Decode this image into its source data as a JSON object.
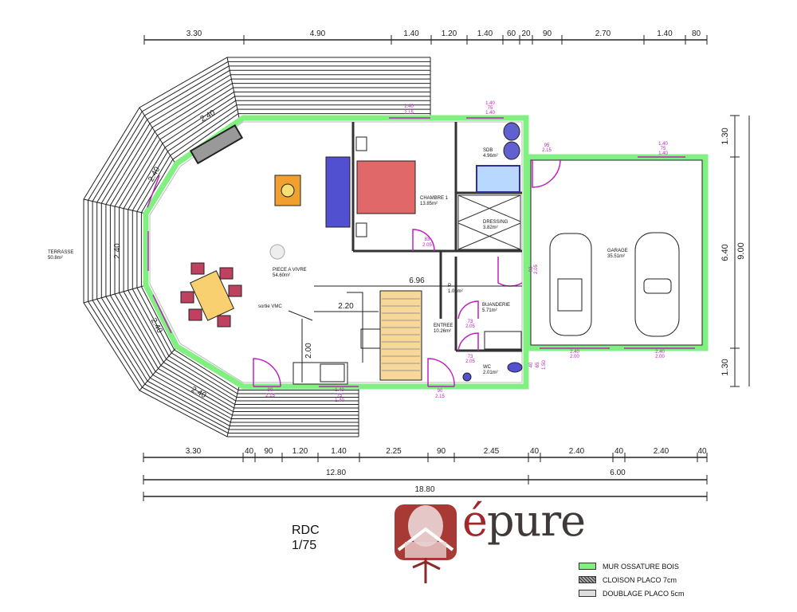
{
  "plan": {
    "top_dims": [
      "3.30",
      "4.90",
      "1.40",
      "1.20",
      "1.40",
      "60",
      "20",
      "90",
      "2.70",
      "1.40",
      "80"
    ],
    "bottom_dims": [
      "3.30",
      "40",
      "90",
      "1.20",
      "1.40",
      "2.25",
      "90",
      "2.45",
      "40",
      "2.40",
      "40",
      "2.40",
      "40"
    ],
    "total_dims": [
      "12.80",
      "6.00"
    ],
    "overall_dim": "18.80",
    "right_dims": [
      "1.30",
      "6.40",
      "1.30"
    ],
    "right_total": "9.00",
    "inner_dims": {
      "d696": "6.96",
      "d220": "2.20",
      "d200": "2.00"
    },
    "terrace_dims": [
      "2.40",
      "2.40",
      "2.40",
      "2.40",
      "2.40"
    ],
    "rooms": [
      {
        "name": "TERRASSE",
        "area": "50.8m²"
      },
      {
        "name": "PIECE A VIVRE",
        "area": "54.60m²"
      },
      {
        "name": "CHAMBRE 1",
        "area": "13.85m²"
      },
      {
        "name": "SDB",
        "area": "4.96m²"
      },
      {
        "name": "DRESSING",
        "area": "3.82m²"
      },
      {
        "name": "GARAGE",
        "area": "35.51m²"
      },
      {
        "name": "BUANDERIE",
        "area": "5.71m²"
      },
      {
        "name": "ENTREE",
        "area": "10.26m²"
      },
      {
        "name": "WC",
        "area": "2.01m²"
      },
      {
        "name": "P",
        "area": "1.01m²"
      }
    ],
    "vmc_label": "sortie VMC",
    "openings": [
      "1.40",
      "2.15",
      "1.40",
      "75",
      "1.40",
      "95",
      "2.15",
      "1.40",
      "75",
      "1.40",
      "83",
      "2.05",
      "73",
      "2.05",
      "73",
      "2.05",
      "90",
      "2.15",
      "90",
      "2.15",
      "1.40",
      "75",
      "1.40",
      "2.40",
      "2.00",
      "2.40",
      "2.00",
      "40",
      "65",
      "1.50",
      "93",
      "2.05"
    ]
  },
  "title": {
    "level": "RDC",
    "scale": "1/75"
  },
  "logo": {
    "text": "épure"
  },
  "legend": [
    {
      "label": "MUR OSSATURE BOIS",
      "color": "#80f080"
    },
    {
      "label": "CLOISON PLACO 7cm",
      "color": "#666666"
    },
    {
      "label": "DOUBLAGE PLACO 5cm",
      "color": "#dddddd"
    }
  ],
  "colors": {
    "wall": "#80f080",
    "opening": "#c020c0",
    "bed": "#e06868",
    "sofa": "#5050d0",
    "table": "#f8d070",
    "chair": "#c04060",
    "stairs": "#f8d898"
  }
}
